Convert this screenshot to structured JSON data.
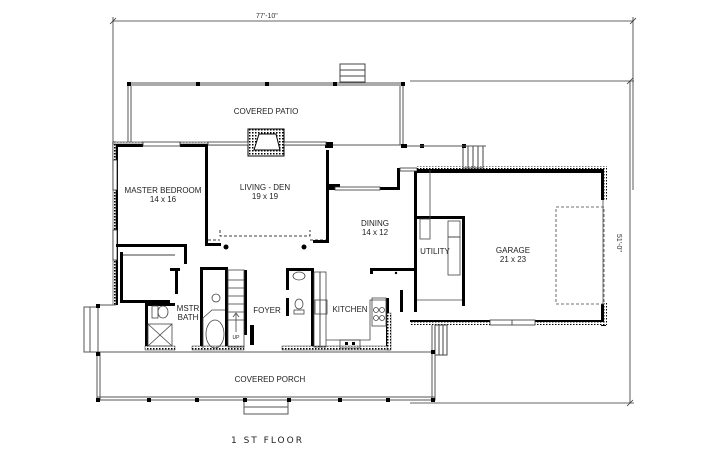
{
  "plan": {
    "title": "1 ST FLOOR",
    "dimensions": {
      "width": "77'-10\"",
      "depth": "51'-0\""
    },
    "rooms": [
      {
        "name": "COVERED PATIO",
        "size": ""
      },
      {
        "name": "MASTER BEDROOM",
        "size": "14 x 16"
      },
      {
        "name": "LIVING - DEN",
        "size": "19 x 19"
      },
      {
        "name": "DINING",
        "size": "14 x 12"
      },
      {
        "name": "UTILITY",
        "size": ""
      },
      {
        "name": "GARAGE",
        "size": "21 x 23"
      },
      {
        "name": "MSTR",
        "size": "BATH"
      },
      {
        "name": "FOYER",
        "size": ""
      },
      {
        "name": "KITCHEN",
        "size": ""
      },
      {
        "name": "COVERED PORCH",
        "size": ""
      }
    ],
    "stair_label": "UP",
    "colors": {
      "wall": "#000000",
      "line": "#333333",
      "background": "#ffffff"
    }
  }
}
